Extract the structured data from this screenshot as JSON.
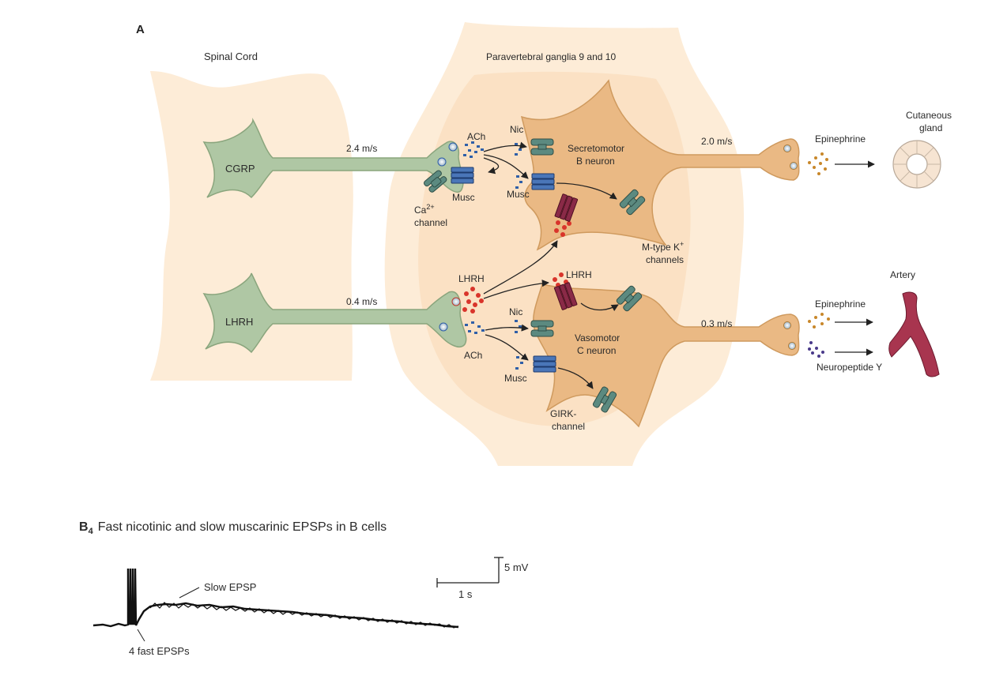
{
  "panel_a": {
    "letter": "A",
    "spinal_cord_label": "Spinal Cord",
    "ganglia_label": "Paravertebral ganglia 9 and 10",
    "neurons": {
      "cgrp": "CGRP",
      "lhrh": "LHRH",
      "secretomotor_line1": "Secretomotor",
      "secretomotor_line2": "B neuron",
      "vasomotor_line1": "Vasomotor",
      "vasomotor_line2": "C neuron"
    },
    "velocities": {
      "cgrp_axon": "2.4 m/s",
      "lhrh_axon": "0.4 m/s",
      "b_axon": "2.0 m/s",
      "c_axon": "0.3 m/s"
    },
    "transmitters": {
      "ach_top": "ACh",
      "ach_bottom": "ACh",
      "lhrh_left": "LHRH",
      "lhrh_right": "LHRH",
      "epinephrine_top": "Epinephrine",
      "epinephrine_bottom": "Epinephrine",
      "neuropeptide_y": "Neuropeptide Y"
    },
    "channels": {
      "nic_top": "Nic",
      "nic_bottom": "Nic",
      "musc_pre": "Musc",
      "musc_b": "Musc",
      "musc_c": "Musc",
      "ca_line1": "Ca",
      "ca_sup": "2+",
      "ca_line2": "channel",
      "mtype_line1": "M-type K",
      "mtype_sup": "+",
      "mtype_line2": "channels",
      "girk_line1": "GIRK-",
      "girk_line2": "channel"
    },
    "targets": {
      "cutaneous_line1": "Cutaneous",
      "cutaneous_line2": "gland",
      "artery": "Artery"
    },
    "colors": {
      "region": "#fdecd7",
      "ganglion": "#f9d9b4",
      "spinal_neuron": "#afc7a4",
      "postganglionic_neuron": "#eab984",
      "ach_dots": "#2f5fa8",
      "lhrh_dots": "#d9342b",
      "epinephrine_dots": "#c8872a",
      "npy_dots": "#4a3a8a",
      "artery": "#a8354f"
    }
  },
  "panel_b": {
    "letter": "B",
    "letter_sub": "4",
    "title": "Fast nicotinic and slow muscarinic EPSPs in B cells",
    "slow_epsp": "Slow EPSP",
    "fast_epsps": "4 fast EPSPs",
    "scale_voltage": "5 mV",
    "scale_time": "1 s"
  }
}
